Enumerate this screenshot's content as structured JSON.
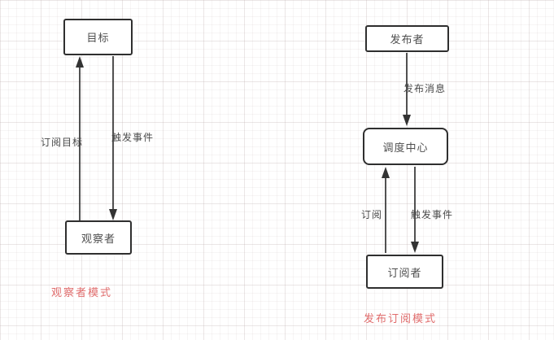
{
  "observer_pattern": {
    "caption": "观察者模式",
    "nodes": {
      "target": "目标",
      "observer": "观察者"
    },
    "edges": {
      "subscribe_target": "订阅目标",
      "trigger_event": "触发事件"
    }
  },
  "pubsub_pattern": {
    "caption": "发布订阅模式",
    "nodes": {
      "publisher": "发布者",
      "dispatch_center": "调度中心",
      "subscriber": "订阅者"
    },
    "edges": {
      "publish_message": "发布消息",
      "subscribe": "订阅",
      "trigger_event": "触发事件"
    }
  },
  "colors": {
    "caption_red": "#e06c6c",
    "shape_stroke": "#333333",
    "node_text": "#4f4f4f",
    "grid_line": "#f0eded",
    "background": "#ffffff"
  }
}
